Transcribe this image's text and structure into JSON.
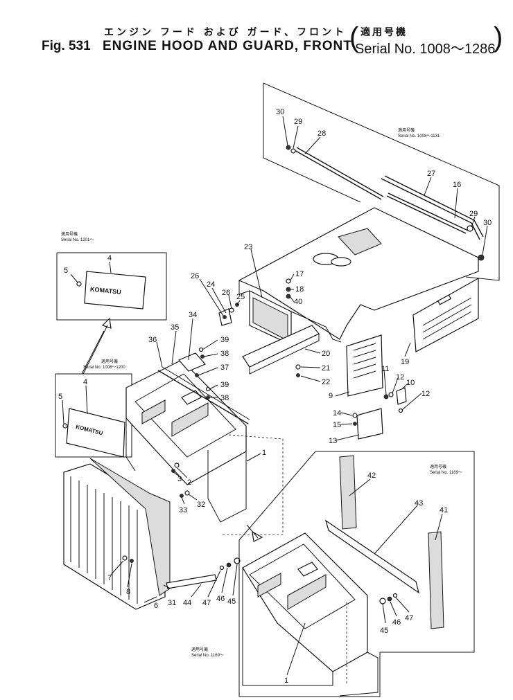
{
  "header": {
    "japanese_title": "エンジン フード および ガード、フロント",
    "figure_number": "Fig. 531",
    "english_title": "ENGINE HOOD AND GUARD, FRONT",
    "serial_japanese": "適用号機",
    "serial_range": "Serial No. 1008～1286",
    "bracket_left": "(",
    "bracket_right": ")"
  },
  "callouts": [
    {
      "id": "c30a",
      "text": "30"
    },
    {
      "id": "c29a",
      "text": "29"
    },
    {
      "id": "c28",
      "text": "28"
    },
    {
      "id": "c27",
      "text": "27"
    },
    {
      "id": "c16",
      "text": "16"
    },
    {
      "id": "c29b",
      "text": "29"
    },
    {
      "id": "c30b",
      "text": "30"
    },
    {
      "id": "c23",
      "text": "23"
    },
    {
      "id": "c17",
      "text": "17"
    },
    {
      "id": "c18",
      "text": "18"
    },
    {
      "id": "c40",
      "text": "40"
    },
    {
      "id": "c26a",
      "text": "26"
    },
    {
      "id": "c24",
      "text": "24"
    },
    {
      "id": "c26b",
      "text": "26"
    },
    {
      "id": "c25",
      "text": "25"
    },
    {
      "id": "c34",
      "text": "34"
    },
    {
      "id": "c35",
      "text": "35"
    },
    {
      "id": "c36",
      "text": "36"
    },
    {
      "id": "c39a",
      "text": "39"
    },
    {
      "id": "c38a",
      "text": "38"
    },
    {
      "id": "c37",
      "text": "37"
    },
    {
      "id": "c39b",
      "text": "39"
    },
    {
      "id": "c38b",
      "text": "38"
    },
    {
      "id": "c20",
      "text": "20"
    },
    {
      "id": "c21",
      "text": "21"
    },
    {
      "id": "c22",
      "text": "22"
    },
    {
      "id": "c19",
      "text": "19"
    },
    {
      "id": "c9",
      "text": "9"
    },
    {
      "id": "c11",
      "text": "11"
    },
    {
      "id": "c12a",
      "text": "12"
    },
    {
      "id": "c10",
      "text": "10"
    },
    {
      "id": "c12b",
      "text": "12"
    },
    {
      "id": "c14",
      "text": "14"
    },
    {
      "id": "c15",
      "text": "15"
    },
    {
      "id": "c13",
      "text": "13"
    },
    {
      "id": "c4a",
      "text": "4"
    },
    {
      "id": "c5a",
      "text": "5"
    },
    {
      "id": "c4b",
      "text": "4"
    },
    {
      "id": "c5b",
      "text": "5"
    },
    {
      "id": "c1a",
      "text": "1"
    },
    {
      "id": "c2",
      "text": "2"
    },
    {
      "id": "c3",
      "text": "3"
    },
    {
      "id": "c32",
      "text": "32"
    },
    {
      "id": "c33",
      "text": "33"
    },
    {
      "id": "c42",
      "text": "42"
    },
    {
      "id": "c43",
      "text": "43"
    },
    {
      "id": "c41",
      "text": "41"
    },
    {
      "id": "c7",
      "text": "7"
    },
    {
      "id": "c8",
      "text": "8"
    },
    {
      "id": "c6",
      "text": "6"
    },
    {
      "id": "c31",
      "text": "31"
    },
    {
      "id": "c44",
      "text": "44"
    },
    {
      "id": "c47a",
      "text": "47"
    },
    {
      "id": "c46a",
      "text": "46"
    },
    {
      "id": "c45a",
      "text": "45"
    },
    {
      "id": "c45b",
      "text": "45"
    },
    {
      "id": "c46b",
      "text": "46"
    },
    {
      "id": "c47b",
      "text": "47"
    },
    {
      "id": "c1b",
      "text": "1"
    }
  ],
  "serial_notes": [
    {
      "id": "n1",
      "line1": "適用号機",
      "line2": "Serial No. 1008～1131"
    },
    {
      "id": "n2",
      "line1": "適用号機",
      "line2": "Serial No. 1201～"
    },
    {
      "id": "n3",
      "line1": "適用号機",
      "line2": "Serial No. 1008～1200"
    },
    {
      "id": "n4",
      "line1": "適用号機",
      "line2": "Serial No. 1169～"
    },
    {
      "id": "n5",
      "line1": "適用号機",
      "line2": "Serial No. 1169～"
    }
  ]
}
